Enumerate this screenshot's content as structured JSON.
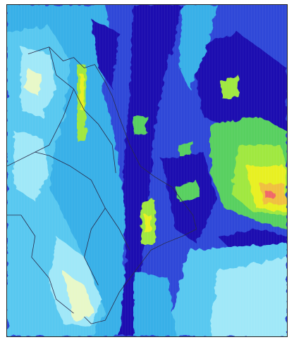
{
  "map": {
    "kind": "precipitation-radar-field",
    "palette": {
      "heaviest": "#f06868",
      "very_heavy": "#f0c040",
      "heavy": "#e8f020",
      "strong": "#a0e840",
      "moderate_high": "#58d060",
      "moderate": "#38b0e8",
      "light": "#58c8f0",
      "very_light": "#a0e8f8",
      "pale": "#e8f8c8",
      "low": "#2f48d8",
      "lowest": "#1a10b0"
    },
    "overlays": [
      "coastline",
      "province-borders"
    ],
    "has_frame": true
  }
}
